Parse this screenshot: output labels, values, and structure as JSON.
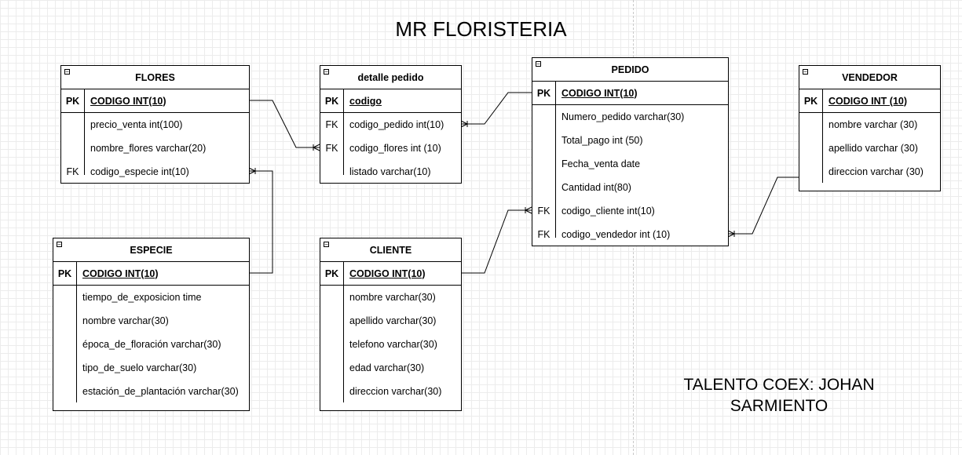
{
  "title": "MR FLORISTERIA",
  "footer": "TALENTO COEX: JOHAN SARMIENTO",
  "entities": {
    "flores": {
      "name": "FLORES",
      "rows": [
        {
          "key": "PK",
          "field": "CODIGO INT(10)"
        },
        {
          "key": "",
          "field": "precio_venta int(100)"
        },
        {
          "key": "",
          "field": "nombre_flores varchar(20)"
        },
        {
          "key": "FK",
          "field": "codigo_especie int(10)"
        }
      ]
    },
    "detalle": {
      "name": "detalle pedido",
      "rows": [
        {
          "key": "PK",
          "field": "codigo"
        },
        {
          "key": "FK",
          "field": "codigo_pedido int(10)"
        },
        {
          "key": "FK",
          "field": "codigo_flores int (10)"
        },
        {
          "key": "",
          "field": "listado varchar(10)"
        }
      ]
    },
    "pedido": {
      "name": "PEDIDO",
      "rows": [
        {
          "key": "PK",
          "field": "CODIGO INT(10)"
        },
        {
          "key": "",
          "field": "Numero_pedido varchar(30)"
        },
        {
          "key": "",
          "field": "Total_pago int (50)"
        },
        {
          "key": "",
          "field": "Fecha_venta date"
        },
        {
          "key": "",
          "field": "Cantidad int(80)"
        },
        {
          "key": "FK",
          "field": "codigo_cliente int(10)"
        },
        {
          "key": "FK",
          "field": "codigo_vendedor int (10)"
        }
      ]
    },
    "vendedor": {
      "name": "VENDEDOR",
      "rows": [
        {
          "key": "PK",
          "field": "CODIGO INT (10)"
        },
        {
          "key": "",
          "field": "nombre varchar (30)"
        },
        {
          "key": "",
          "field": "apellido varchar (30)"
        },
        {
          "key": "",
          "field": "direccion varchar (30)"
        }
      ]
    },
    "especie": {
      "name": "ESPECIE",
      "rows": [
        {
          "key": "PK",
          "field": "CODIGO INT(10)"
        },
        {
          "key": "",
          "field": "tiempo_de_exposicion time"
        },
        {
          "key": "",
          "field": "nombre varchar(30)"
        },
        {
          "key": "",
          "field": "época_de_floración varchar(30)"
        },
        {
          "key": "",
          "field": "tipo_de_suelo varchar(30)"
        },
        {
          "key": "",
          "field": "estación_de_plantación varchar(30)"
        }
      ]
    },
    "cliente": {
      "name": "CLIENTE",
      "rows": [
        {
          "key": "PK",
          "field": "CODIGO INT(10)"
        },
        {
          "key": "",
          "field": "nombre varchar(30)"
        },
        {
          "key": "",
          "field": "apellido varchar(30)"
        },
        {
          "key": "",
          "field": "telefono varchar(30)"
        },
        {
          "key": "",
          "field": "edad varchar(30)"
        },
        {
          "key": "",
          "field": "direccion varchar(30)"
        }
      ]
    }
  }
}
